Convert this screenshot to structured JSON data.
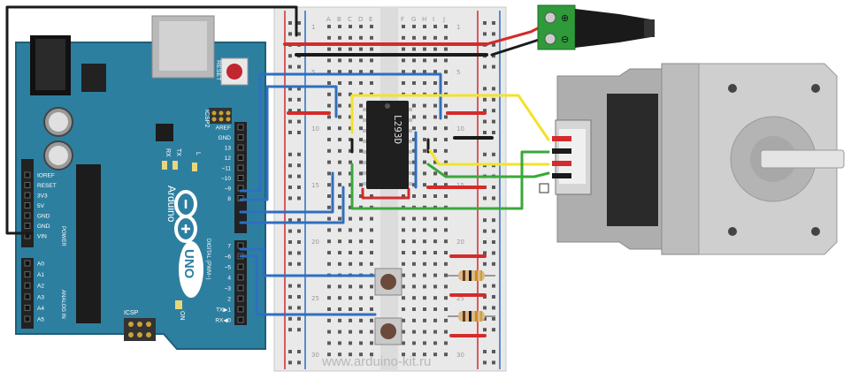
{
  "board": {
    "brand": "Arduino",
    "model": "UNO",
    "reset_label": "RESET",
    "icsp2_label": "ICSP2",
    "icsp_label": "ICSP",
    "tx_label": "TX",
    "rx_label": "RX",
    "l_label": "L",
    "on_label": "ON",
    "power_label": "POWER",
    "analog_label": "ANALOG IN",
    "digital_label": "DIGITAL (PWM~)",
    "power_pins": [
      "IOREF",
      "RESET",
      "3V3",
      "5V",
      "GND",
      "GND",
      "VIN"
    ],
    "analog_pins": [
      "A0",
      "A1",
      "A2",
      "A3",
      "A4",
      "A5"
    ],
    "digital_top_pins": [
      "AREF",
      "GND",
      "13",
      "12",
      "~11",
      "~10",
      "~9",
      "8"
    ],
    "digital_bottom_pins": [
      "7",
      "~6",
      "~5",
      "4",
      "~3",
      "2",
      "TX▶1",
      "RX◀0"
    ]
  },
  "breadboard": {
    "column_letters_left": [
      "A",
      "B",
      "C",
      "D",
      "E"
    ],
    "column_letters_right": [
      "F",
      "G",
      "H",
      "I",
      "J"
    ],
    "row_numbers": [
      "1",
      "5",
      "10",
      "15",
      "20",
      "25",
      "30"
    ]
  },
  "chip": {
    "label": "L293D"
  },
  "power_jack": {
    "plus": "⊕",
    "minus": "⊖"
  },
  "watermark": "www.arduino-kit.ru",
  "colors": {
    "board": "#2d7fa0",
    "wire_blue": "#2e6fc0",
    "wire_red": "#d42b2b",
    "wire_yellow": "#f2e22a",
    "wire_green": "#3aa83a",
    "wire_black": "#1a1a1a"
  }
}
